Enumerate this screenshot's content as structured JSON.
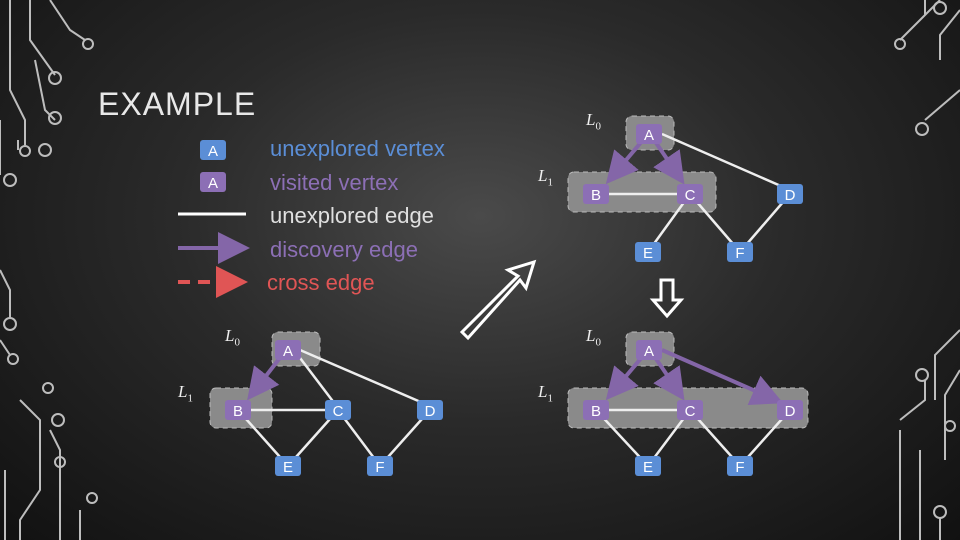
{
  "title": "EXAMPLE",
  "legend": {
    "unexplored_vertex_letter": "A",
    "visited_vertex_letter": "A",
    "unexplored_vertex": "unexplored vertex",
    "visited_vertex": "visited vertex",
    "unexplored_edge": "unexplored edge",
    "discovery_edge": "discovery edge",
    "cross_edge": "cross edge"
  },
  "level_letter": "L",
  "levels": {
    "l0": "0",
    "l1": "1"
  },
  "colors": {
    "unexplored_text": "#5b8ed6",
    "visited_text": "#8c6fb5",
    "unexplored_edge_text": "#e0e0e0",
    "discovery_text": "#8c6fb5",
    "cross_text": "#e05555",
    "discovery_edge": "#8466a8",
    "cross_edge": "#e05555",
    "vertex_unexplored": "#5b8ed6",
    "vertex_visited": "#8c6fb5",
    "level_box": "#8a8a8a"
  },
  "graphs": {
    "top_right": {
      "vertices": [
        "A",
        "B",
        "C",
        "D",
        "E",
        "F"
      ]
    },
    "bottom_left": {
      "vertices": [
        "A",
        "B",
        "C",
        "D",
        "E",
        "F"
      ]
    },
    "bottom_right": {
      "vertices": [
        "A",
        "B",
        "C",
        "D",
        "E",
        "F"
      ]
    }
  }
}
